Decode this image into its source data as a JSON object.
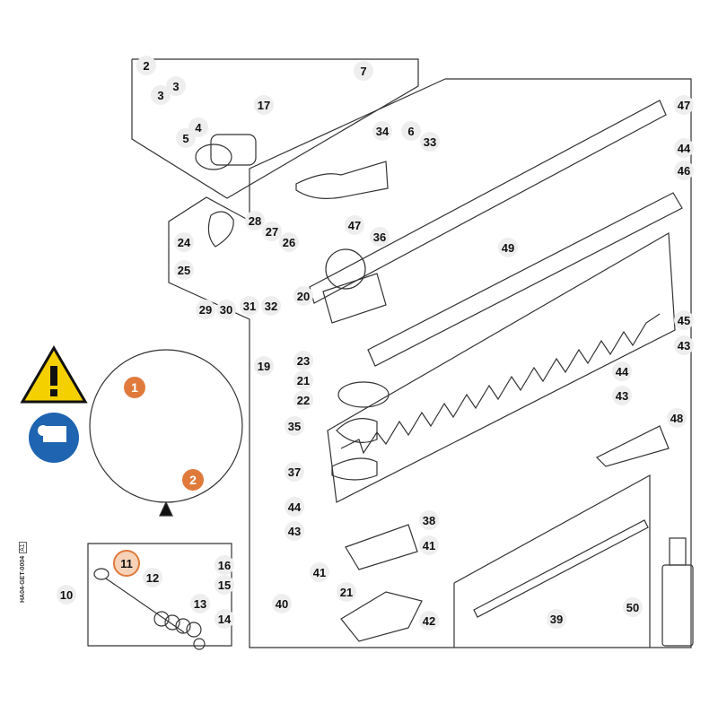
{
  "diagram": {
    "reference_code": "HA04-GET-0004",
    "revision": "A1",
    "step_markers": [
      "1",
      "2"
    ],
    "warning_icon": "warning-triangle-icon",
    "manual_icon": "read-manual-icon",
    "part_labels": [
      "2",
      "3",
      "3",
      "4",
      "5",
      "7",
      "17",
      "34",
      "6",
      "33",
      "47",
      "44",
      "46",
      "28",
      "27",
      "26",
      "24",
      "25",
      "47",
      "36",
      "49",
      "20",
      "29",
      "30",
      "31",
      "32",
      "19",
      "23",
      "21",
      "22",
      "45",
      "43",
      "44",
      "43",
      "35",
      "48",
      "37",
      "44",
      "43",
      "38",
      "41",
      "41",
      "21",
      "40",
      "42",
      "39",
      "50",
      "10",
      "11",
      "12",
      "16",
      "15",
      "13",
      "14"
    ],
    "colors": {
      "line": "#333333",
      "callout_bg": "#eeeeee",
      "highlight": "#e07a3c",
      "warning_yellow": "#f5d000",
      "manual_blue": "#1f64b0"
    }
  }
}
